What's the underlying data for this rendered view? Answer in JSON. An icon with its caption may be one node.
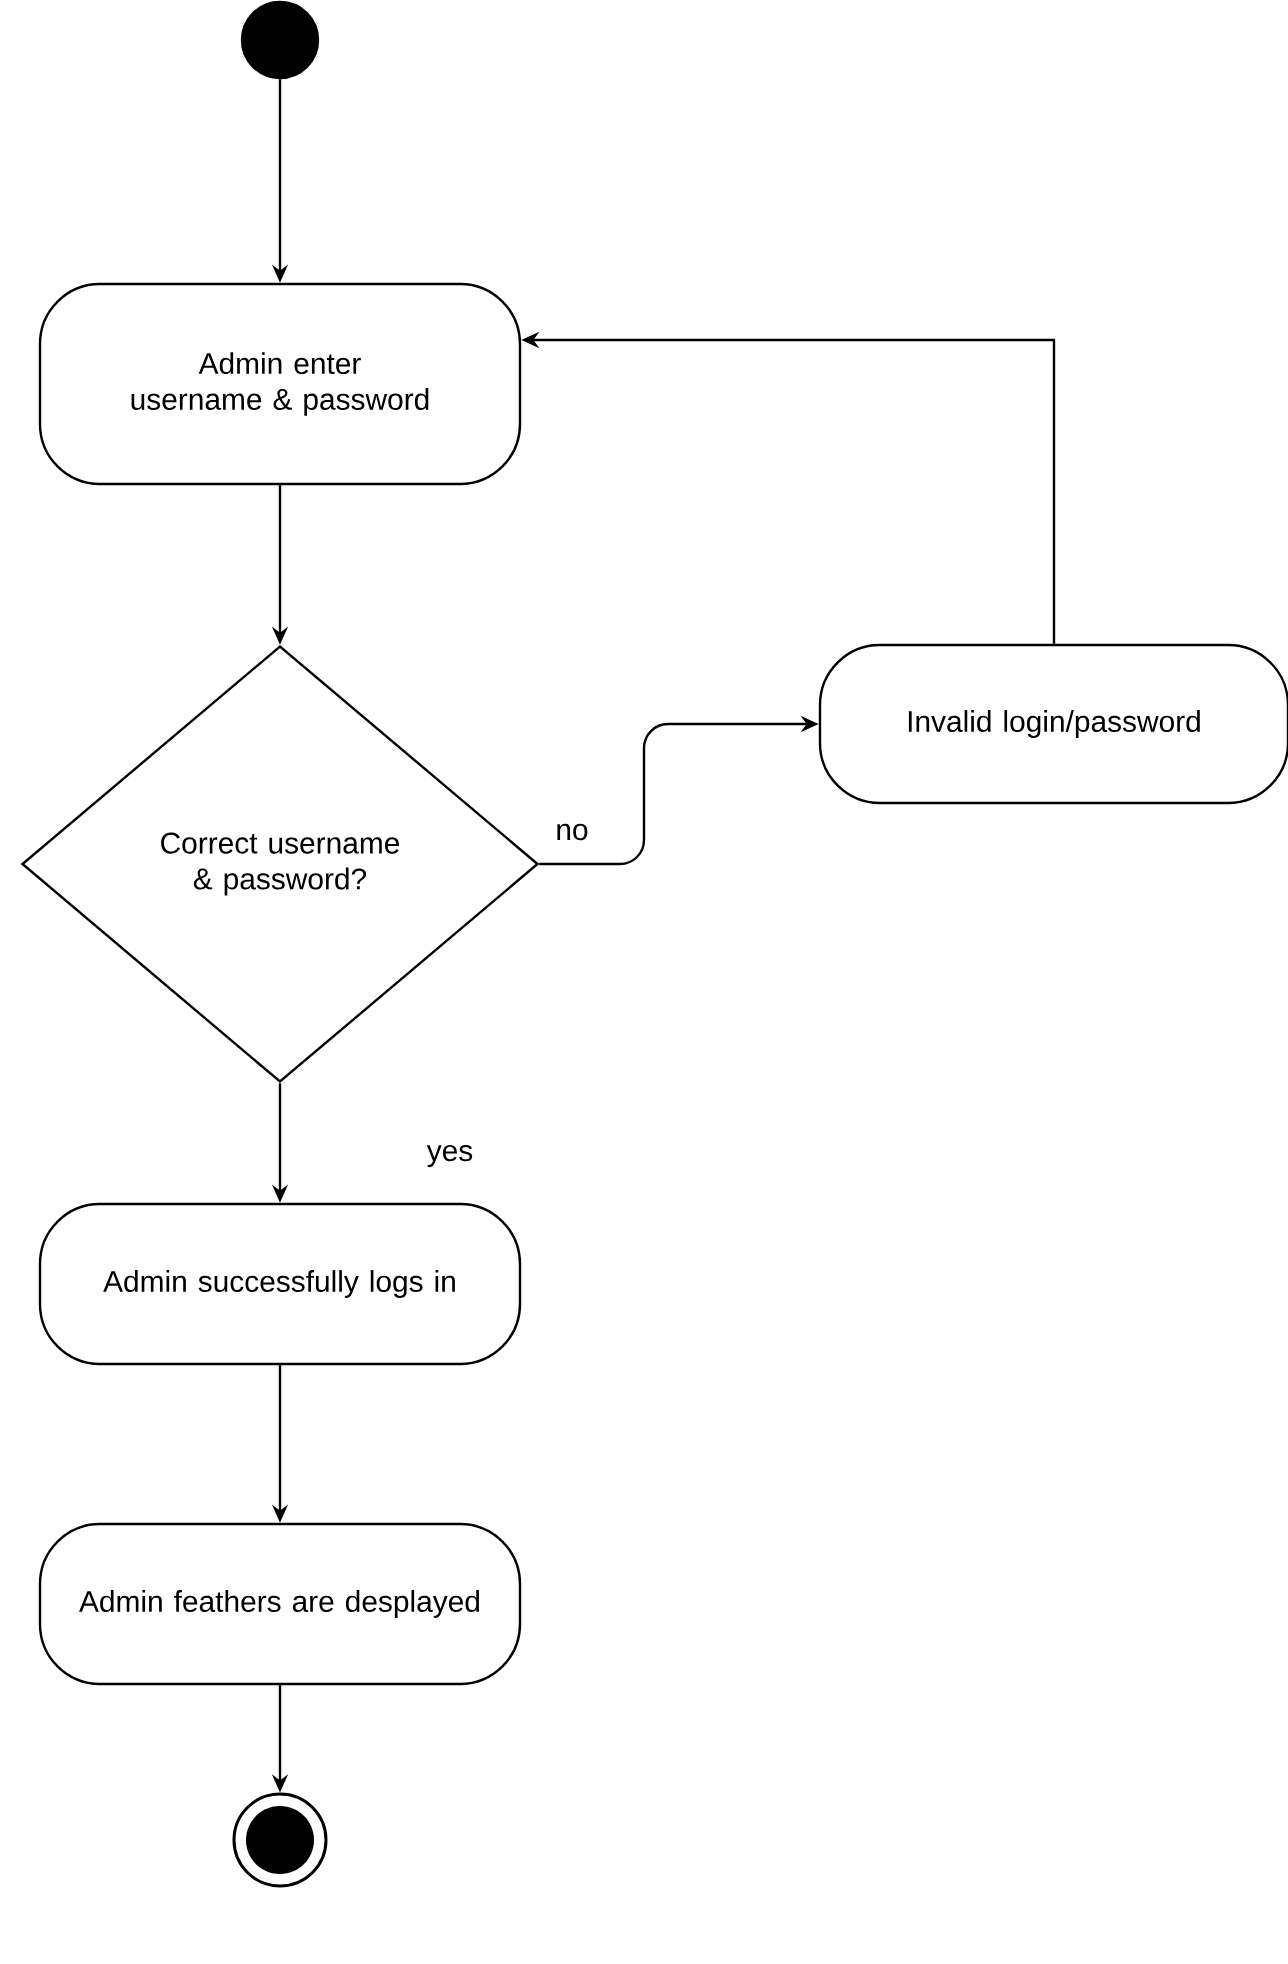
{
  "diagram": {
    "nodes": [
      {
        "text": [],
        "shape": "circle"
      },
      {
        "text": [
          "Admin enter username & password"
        ]
      },
      {
        "text": [
          "Correct username & password?"
        ]
      },
      {
        "text": [
          "Invalid login/password"
        ]
      },
      {
        "text": [
          "Admin successfully logs in"
        ]
      },
      {
        "text": [
          "Admin feathers are desplayed"
        ]
      },
      {
        "text": [],
        "shape": "circle"
      }
    ],
    "edges": [
      {
        "from": 0,
        "to": 1,
        "arrow": "to"
      },
      {
        "from": 1,
        "to": 2,
        "arrow": "to"
      },
      {
        "from": 2,
        "to": 3,
        "arrow": "to",
        "label": "no"
      },
      {
        "from": 3,
        "to": 1,
        "arrow": "to"
      },
      {
        "from": 2,
        "to": 4,
        "arrow": "to",
        "label": "yes"
      },
      {
        "from": 4,
        "to": 5,
        "arrow": "to"
      },
      {
        "from": 5,
        "to": 6,
        "arrow": "to"
      }
    ]
  }
}
